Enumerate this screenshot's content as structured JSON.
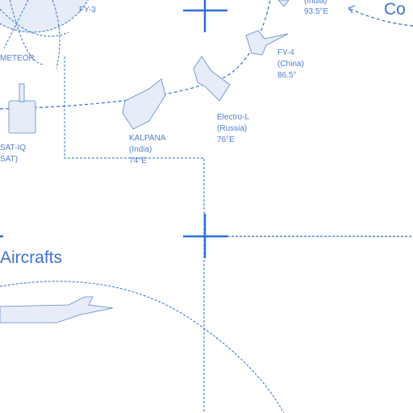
{
  "satellites": [
    {
      "id": "fy3",
      "name": "FY-3"
    },
    {
      "id": "meteor",
      "name": "METEOR"
    },
    {
      "id": "insat",
      "name": "SAT-IQ",
      "name2": "SAT)"
    },
    {
      "id": "kalpana",
      "name": "KALPANA",
      "country": "(India)",
      "position": "74°E"
    },
    {
      "id": "electro",
      "name": "Electro-L",
      "country": "(Russia)",
      "position": "76°E"
    },
    {
      "id": "fy4",
      "name": "FY-4",
      "country": "(China)",
      "position": "86.5°"
    },
    {
      "id": "insat3d",
      "country": "(India)",
      "position": "93.5°E"
    }
  ],
  "sections": {
    "aircrafts_title": "Aircrafts",
    "top_right_title": "Co"
  },
  "colors": {
    "line": "#2d6fd6",
    "light_fill": "#e6edf8",
    "outline": "#5b86cc"
  }
}
